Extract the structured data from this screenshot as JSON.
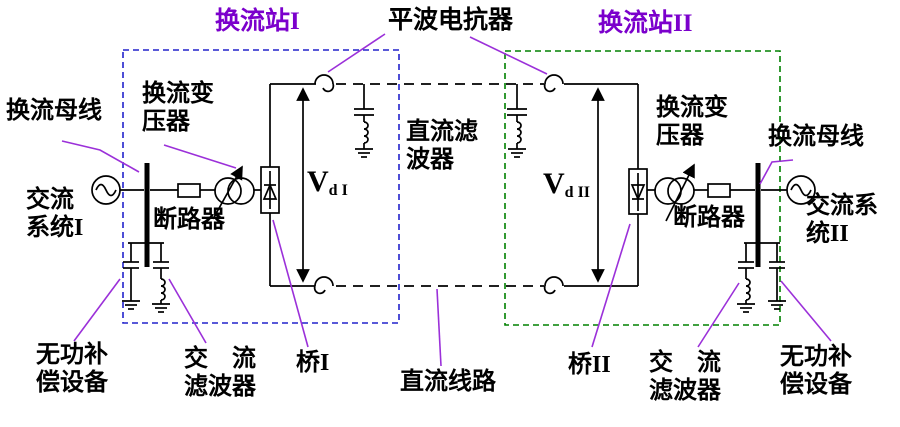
{
  "diagram_title_note": "HVDC transmission system single-line diagram",
  "colors": {
    "station_title": "#7b00cc",
    "pointer_line": "#9b30d9",
    "station1_box": "#2222cc",
    "station2_box": "#008000",
    "circuit_line": "#000000",
    "background": "#ffffff"
  },
  "stations": {
    "station1": "换流站I",
    "station2": "换流站II"
  },
  "labels": {
    "smoothing_reactor": "平波电抗器",
    "bus_left": "换流母线",
    "transformer_left": "换流变\n压器",
    "ac_system_left": "交流\n系统I",
    "breaker_left": "断路器",
    "dc_filter": "直流滤\n波器",
    "transformer_right": "换流变\n压器",
    "bus_right": "换流母线",
    "ac_system_right": "交流系\n统II",
    "breaker_right": "断路器",
    "reactive_comp_left": "无功补\n偿设备",
    "ac_filter_left": "交　流\n滤波器",
    "bridge1": "桥I",
    "dc_line": "直流线路",
    "bridge2": "桥II",
    "ac_filter_right": "交　流\n滤波器",
    "reactive_comp_right": "无功补\n偿设备"
  },
  "measurements": {
    "vd1": {
      "symbol": "V",
      "subscript": "d I"
    },
    "vd2": {
      "symbol": "V",
      "subscript": "d II"
    }
  }
}
